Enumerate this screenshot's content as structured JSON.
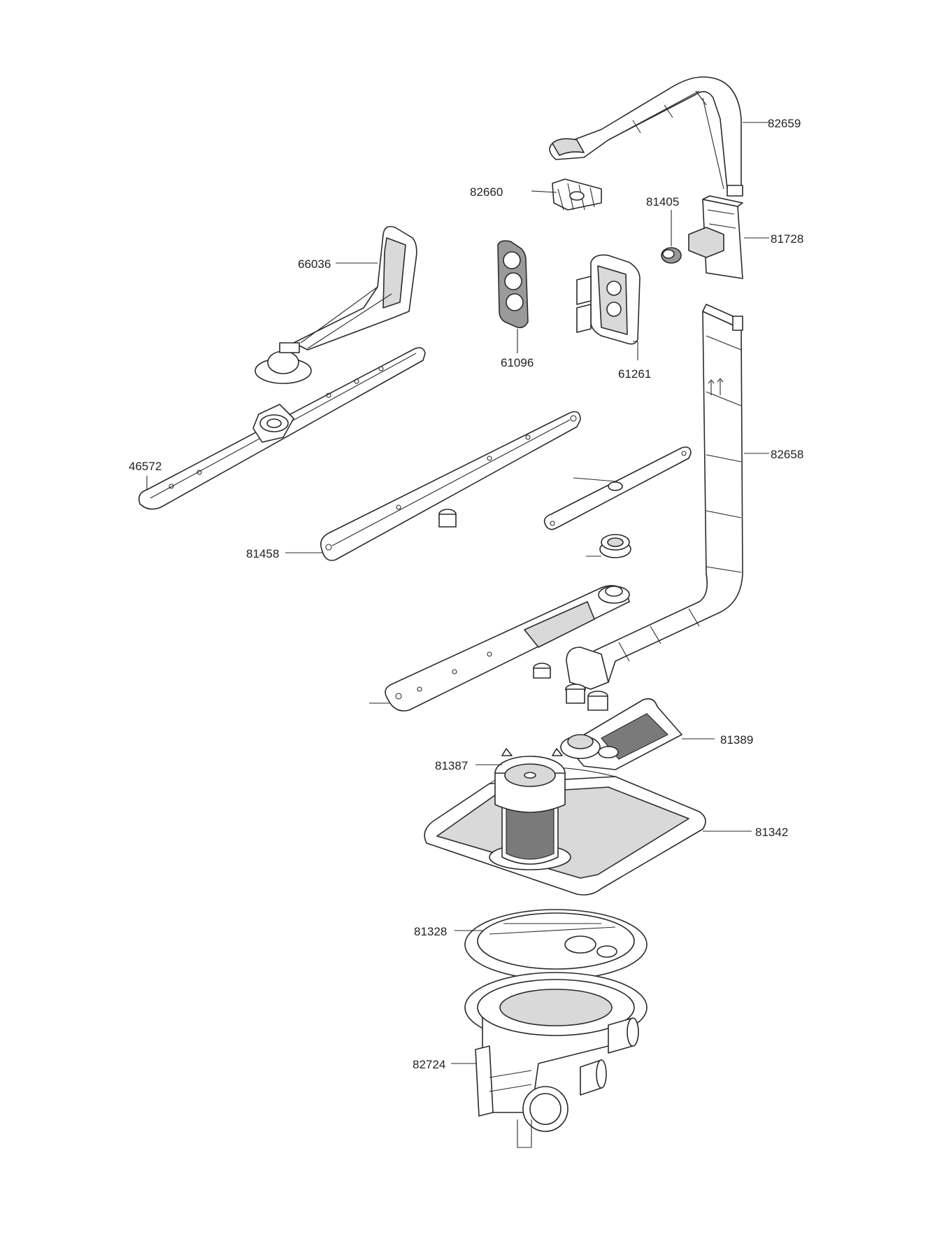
{
  "labels": {
    "l82659": "82659",
    "l82660": "82660",
    "l81405": "81405",
    "l81728": "81728",
    "l66036": "66036",
    "l61096": "61096",
    "l61261": "61261",
    "l82658": "82658",
    "l46572": "46572",
    "l81458": "81458",
    "l81389": "81389",
    "l81387": "81387",
    "l81342": "81342",
    "l81328": "81328",
    "l82724": "82724"
  },
  "colors": {
    "line": "#2a2a2a",
    "fill_grey": "#d9d9d9",
    "mesh": "#7a7a7a",
    "background": "#ffffff"
  }
}
